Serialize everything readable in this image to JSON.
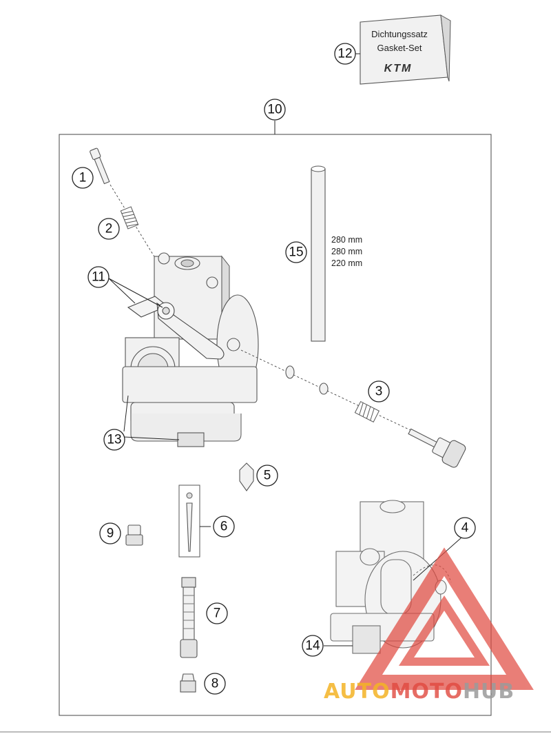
{
  "callouts": [
    "1",
    "2",
    "3",
    "4",
    "5",
    "6",
    "7",
    "8",
    "9",
    "10",
    "11",
    "12",
    "13",
    "14",
    "15"
  ],
  "gasket_box": {
    "line1": "Dichtungssatz",
    "line2": "Gasket-Set",
    "brand": "KTM"
  },
  "hose_lengths": [
    "280 mm",
    "280 mm",
    "220 mm"
  ],
  "watermark": {
    "part1": "AUTO",
    "part2": "MOTO",
    "part3": "HUB"
  },
  "colors": {
    "watermark_red": "#e0483e",
    "watermark_gold": "#f3b324",
    "watermark_grey": "#9a9a9a",
    "frame": "#555555"
  }
}
